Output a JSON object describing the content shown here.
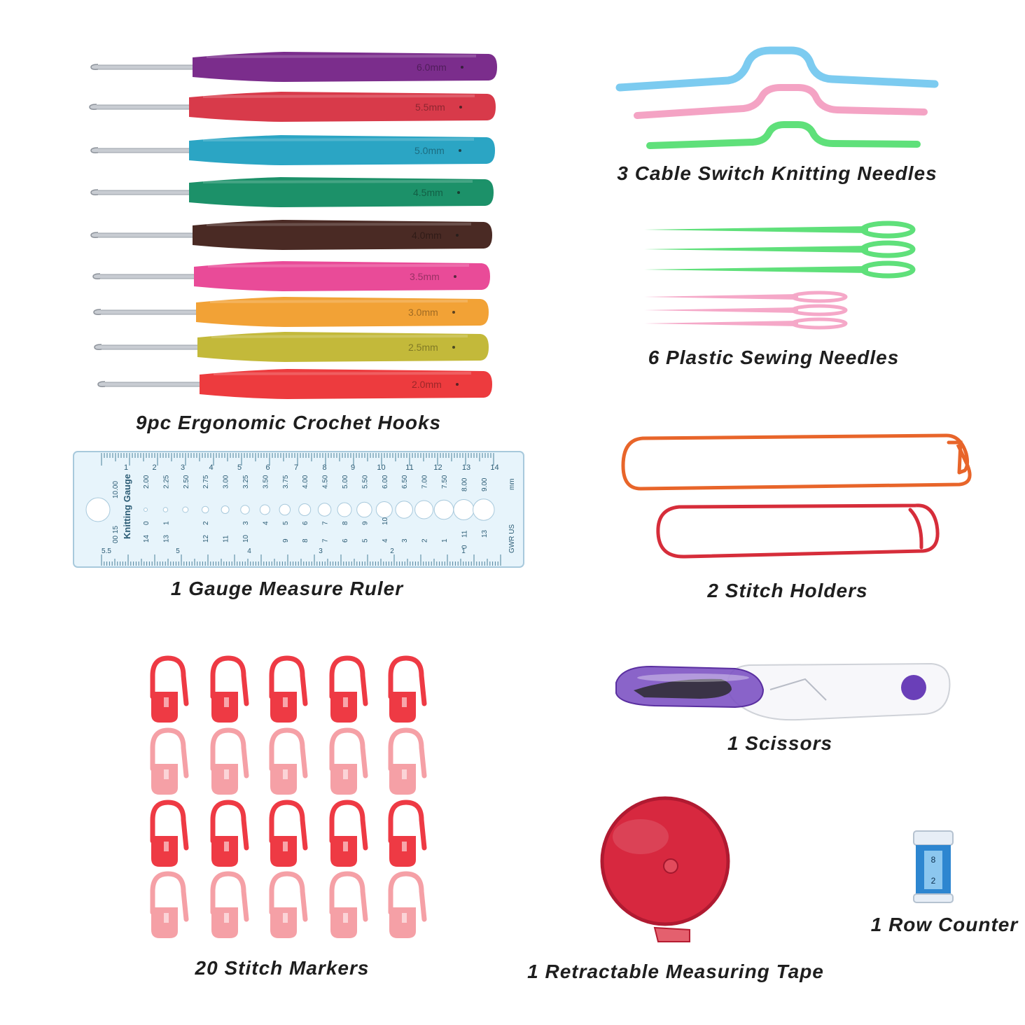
{
  "captions": {
    "hooks": "9pc Ergonomic Crochet Hooks",
    "cable": "3 Cable Switch Knitting Needles",
    "sewing": "6 Plastic Sewing Needles",
    "ruler": "1 Gauge Measure Ruler",
    "holders": "2 Stitch Holders",
    "markers": "20 Stitch Markers",
    "scissors": "1 Scissors",
    "tape": "1 Retractable Measuring Tape",
    "counter": "1 Row Counter"
  },
  "hooks": [
    {
      "size": "6.0mm",
      "color": "#7b2d8c"
    },
    {
      "size": "5.5mm",
      "color": "#d83a4a"
    },
    {
      "size": "5.0mm",
      "color": "#2ba5c4"
    },
    {
      "size": "4.5mm",
      "color": "#1c9169"
    },
    {
      "size": "4.0mm",
      "color": "#4a2a24"
    },
    {
      "size": "3.5mm",
      "color": "#e94b98"
    },
    {
      "size": "3.0mm",
      "color": "#f2a236"
    },
    {
      "size": "2.5mm",
      "color": "#c3b93a"
    },
    {
      "size": "2.0mm",
      "color": "#ed3b3e"
    }
  ],
  "ruler": {
    "title": "Knitting Gauge",
    "top_numbers": [
      "1",
      "2",
      "3",
      "4",
      "5",
      "6",
      "7",
      "8",
      "9",
      "10",
      "11",
      "12",
      "13",
      "14"
    ],
    "mm_sizes": [
      "2.00",
      "2.25",
      "2.50",
      "2.75",
      "3.00",
      "3.25",
      "3.50",
      "3.75",
      "4.00",
      "4.50",
      "5.00",
      "5.50",
      "6.00",
      "6.50",
      "7.00",
      "7.50",
      "8.00",
      "9.00"
    ],
    "us_sizes": [
      "0",
      "1",
      "",
      "2",
      "",
      "3",
      "4",
      "5",
      "6",
      "7",
      "8",
      "9",
      "10",
      "",
      "",
      "",
      "11",
      "13"
    ],
    "uk_sizes": [
      "14",
      "13",
      "",
      "12",
      "11",
      "10",
      "",
      "9",
      "8",
      "7",
      "6",
      "5",
      "4",
      "3",
      "2",
      "1",
      "0",
      ""
    ],
    "left_sizes": [
      "10.00",
      "00 15"
    ],
    "mm_label": "mm",
    "footer_label": "GWR US",
    "bottom_numbers": [
      "5.5",
      "5",
      "4",
      "3",
      "2",
      "1"
    ]
  },
  "colors": {
    "cable": [
      "#7ccbf0",
      "#f4a3c4",
      "#5fe07a"
    ],
    "sewing_green": "#5fe07a",
    "sewing_pink": "#f5a8c8",
    "holder_orange": "#e8652a",
    "holder_red": "#d62d3a",
    "marker_red": "#ee3a44",
    "marker_pink": "#f5a0a6",
    "scissors_purple": "#7a4fc2",
    "tape_red": "#d7283f",
    "counter_blue": "#2d86d0"
  }
}
